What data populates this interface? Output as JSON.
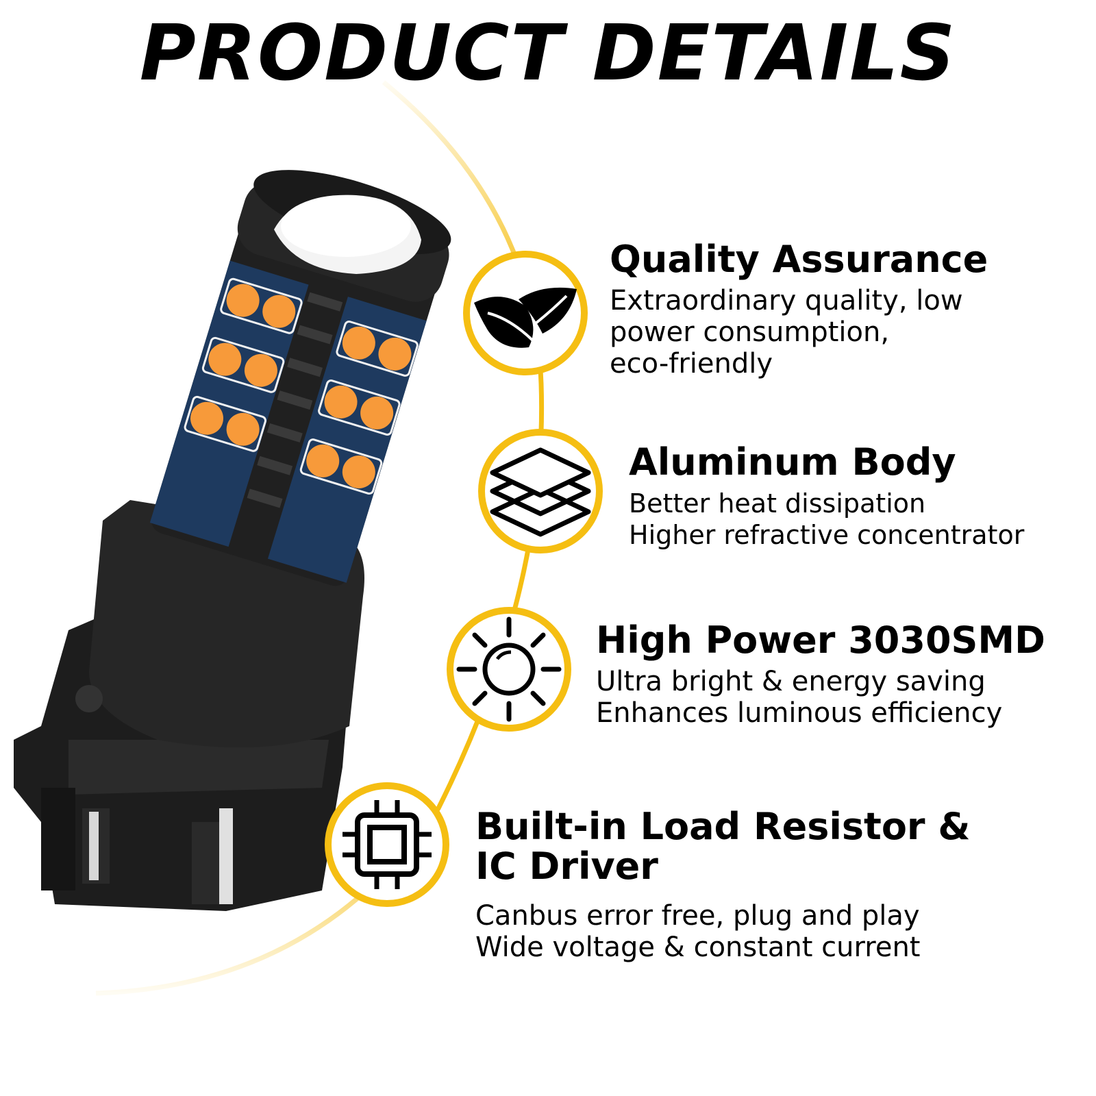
{
  "title": "PRODUCT DETAILS",
  "colors": {
    "accent": "#F5BE12",
    "bulb_body": "#262626",
    "led": "#F79A3A",
    "pcb": "#1E3A5F"
  },
  "features": [
    {
      "icon": "leaf-icon",
      "title": "Quality Assurance",
      "description": "Extraordinary quality, low\npower consumption,\neco-friendly"
    },
    {
      "icon": "layers-icon",
      "title": "Aluminum Body",
      "description": "Better heat dissipation\nHigher refractive concentrator"
    },
    {
      "icon": "sun-icon",
      "title": "High Power 3030SMD",
      "description": "Ultra bright & energy saving\nEnhances luminous efficiency"
    },
    {
      "icon": "chip-icon",
      "title": "Built-in Load Resistor &\nIC Driver",
      "description": "Canbus error free, plug and play\nWide voltage & constant current"
    }
  ]
}
